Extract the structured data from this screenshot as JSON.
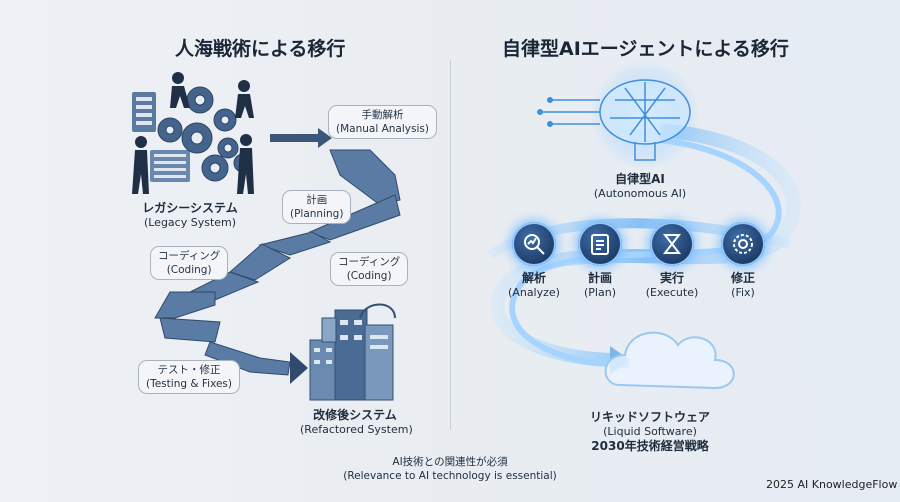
{
  "left": {
    "title": "人海戦術による移行",
    "legacy": {
      "label": "レガシーシステム",
      "sub": "(Legacy System)"
    },
    "manual": {
      "label": "手動解析",
      "sub": "(Manual Analysis)"
    },
    "planning": {
      "label": "計画",
      "sub": "(Planning)"
    },
    "coding1": {
      "label": "コーディング",
      "sub": "(Coding)"
    },
    "coding2": {
      "label": "コーディング",
      "sub": "(Coding)"
    },
    "testing": {
      "label": "テスト・修正",
      "sub": "(Testing & Fixes)"
    },
    "refactored": {
      "label": "改修後システム",
      "sub": "(Refactored System)"
    }
  },
  "right": {
    "title": "自律型AIエージェントによる移行",
    "ai": {
      "label": "自律型AI",
      "sub": "(Autonomous AI)"
    },
    "steps": [
      {
        "label": "解析",
        "sub": "(Analyze)",
        "icon": "magnifier-chart-icon"
      },
      {
        "label": "計画",
        "sub": "(Plan)",
        "icon": "clipboard-icon"
      },
      {
        "label": "実行",
        "sub": "(Execute)",
        "icon": "hourglass-icon"
      },
      {
        "label": "修正",
        "sub": "(Fix)",
        "icon": "gear-icon"
      }
    ],
    "liquid": {
      "label": "リキッドソフトウェア",
      "sub": "(Liquid Software)",
      "strategy": "2030年技術経営戦略"
    }
  },
  "bottom": {
    "note": "AI技術との関連性が必須",
    "note_sub": "(Relevance to AI technology is essential)",
    "credit": "2025 AI KnowledgeFlow"
  },
  "colors": {
    "ribbon": "#5a7ba3",
    "glow": "#7fc4ff",
    "dark": "#22324a"
  }
}
